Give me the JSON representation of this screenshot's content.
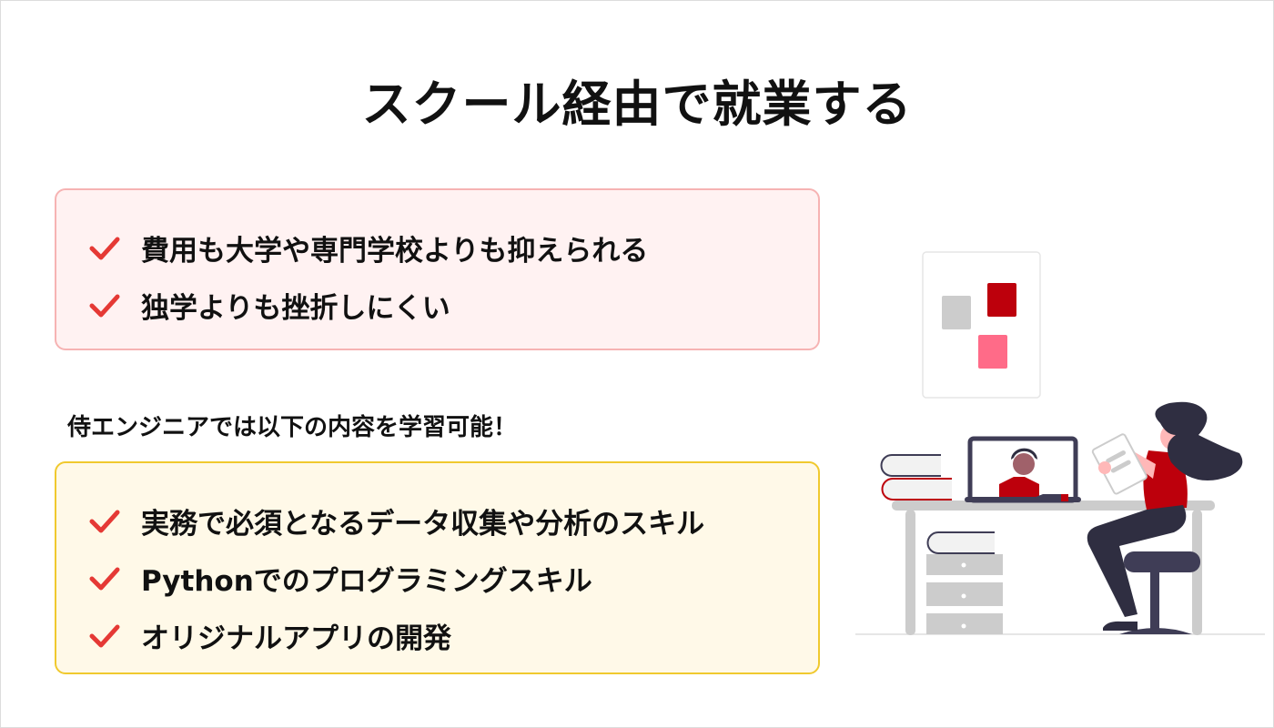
{
  "title": "スクール経由で就業する",
  "benefits": {
    "items": [
      "費用も大学や専門学校よりも抑えられる",
      "独学よりも挫折しにくい"
    ]
  },
  "subtitle": "侍エンジニアでは以下の内容を学習可能！",
  "curriculum": {
    "items": [
      "実務で必須となるデータ収集や分析のスキル",
      "Pythonでのプログラミングスキル",
      "オリジナルアプリの開発"
    ]
  },
  "colors": {
    "accent": "#e53935",
    "pink_bg": "#fff2f2",
    "yellow_bg": "#fff9e8",
    "illustration_red": "#bd000c"
  }
}
